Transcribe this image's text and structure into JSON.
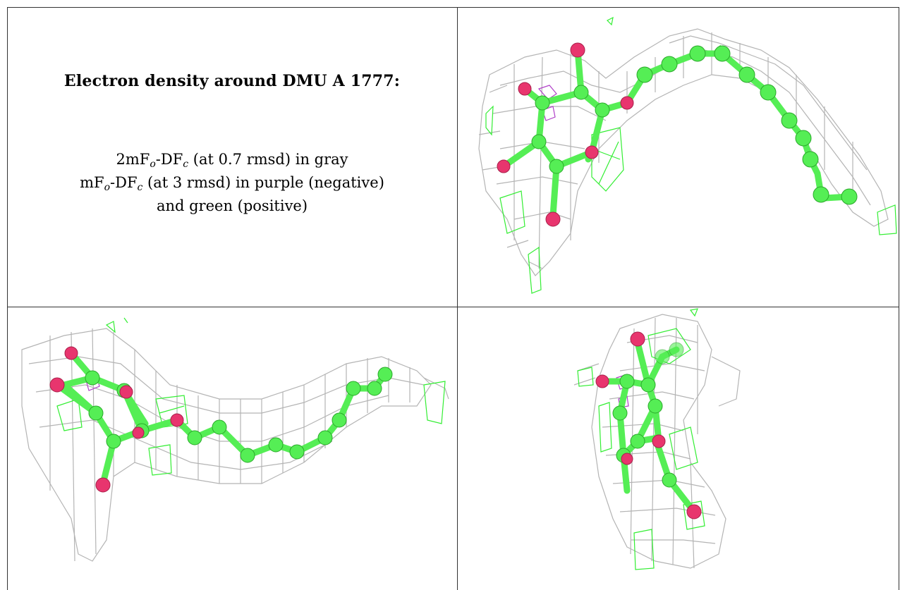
{
  "caption": {
    "title": "Electron density around DMU A 1777:",
    "line1": {
      "a": "2mF",
      "sub1": "o",
      "b": "-DF",
      "sub2": "c",
      "c": " (at 0.7 rmsd) in gray"
    },
    "line2": {
      "a": "mF",
      "sub1": "o",
      "b": "-DF",
      "sub2": "c",
      "c": " (at 3 rmsd) in purple (negative)"
    },
    "line3": "and green (positive)"
  },
  "colors": {
    "mesh_gray": "#b4b4b4",
    "mesh_purple": "#b040c8",
    "mesh_green": "#33ee33",
    "carbon": "#55ee55",
    "oxygen": "#e8356e",
    "border": "#333333"
  }
}
